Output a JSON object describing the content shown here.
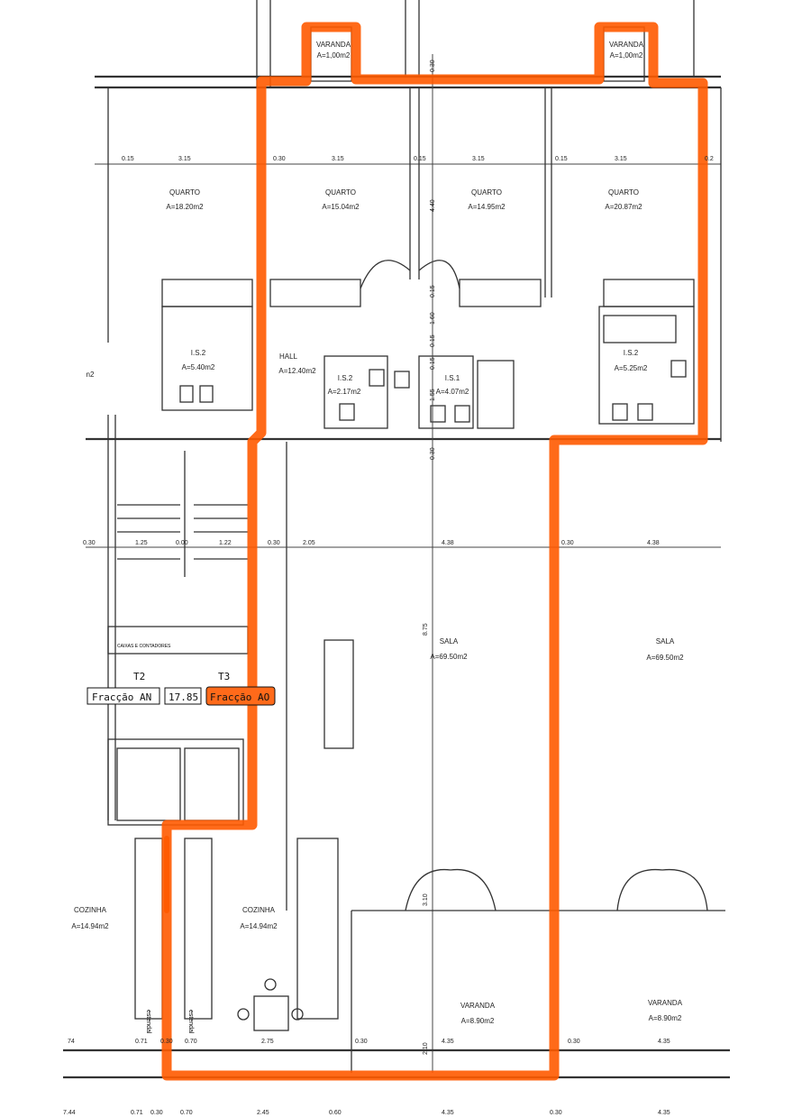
{
  "colors": {
    "highlight": "#ff5a00",
    "lines": "#333333",
    "background": "#ffffff"
  },
  "rooms": [
    {
      "name": "VARANDA",
      "area": "A=1,00m2"
    },
    {
      "name": "VARANDA",
      "area": "A=1,00m2"
    },
    {
      "name": "QUARTO",
      "area": "A=18.20m2"
    },
    {
      "name": "QUARTO",
      "area": "A=15.04m2"
    },
    {
      "name": "QUARTO",
      "area": "A=14.95m2"
    },
    {
      "name": "QUARTO",
      "area": "A=20.87m2"
    },
    {
      "name": "I.S.2",
      "area": "A=5.40m2"
    },
    {
      "name": "HALL",
      "area": "A=12.40m2"
    },
    {
      "name": "I.S.2",
      "area": "A=2.17m2"
    },
    {
      "name": "I.S.1",
      "area": "A=4.07m2"
    },
    {
      "name": "I.S.2",
      "area": "A=5.25m2"
    },
    {
      "name": "SALA",
      "area": "A=69.50m2"
    },
    {
      "name": "SALA",
      "area": "A=69.50m2"
    },
    {
      "name": "COZINHA",
      "area": "A=14.94m2"
    },
    {
      "name": "COZINHA",
      "area": "A=14.94m2"
    },
    {
      "name": "VARANDA",
      "area": "A=8.90m2"
    },
    {
      "name": "VARANDA",
      "area": "A=8.90m2"
    }
  ],
  "labels": {
    "left_partial": "n2",
    "stair": "CAIXAS E CONTADORES",
    "t2": "T2",
    "t3": "T3",
    "fraction_an": "Fracção AN",
    "fraction_area": "17.85",
    "fraction_ao": "Fracção AO",
    "stendal": "estendal"
  },
  "dims": {
    "top": [
      "0.15",
      "3.15",
      "0.30",
      "3.15",
      "0.15",
      "3.15",
      "0.15",
      "3.15",
      "0.2"
    ],
    "vert": [
      "0.30",
      "4.40",
      "0.15",
      "1.60",
      "0.15",
      "0.15",
      "1.55",
      "0.30",
      "8.75",
      "3.10",
      "2.10"
    ],
    "mid": [
      "0.30",
      "1.25",
      "0.00",
      "1.22",
      "0.30",
      "2.05",
      "4.38",
      "0.30",
      "4.38"
    ],
    "low": [
      "74",
      "0.71",
      "0.30",
      "0.70",
      "2.75",
      "0.30",
      "4.35",
      "0.30",
      "4.35"
    ],
    "bottom": [
      "7.44",
      "0.71",
      "0.30",
      "0.70",
      "2.45",
      "0.60",
      "4.35",
      "0.30",
      "4.35"
    ]
  }
}
